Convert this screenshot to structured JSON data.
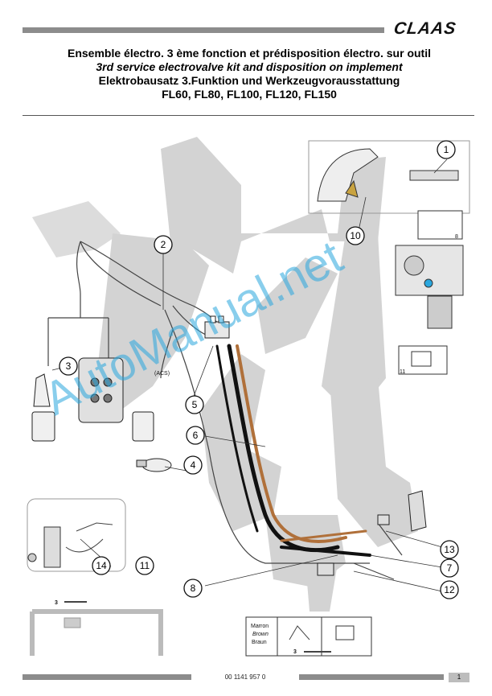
{
  "header": {
    "brand": "CLAAS",
    "title_fr": "Ensemble électro. 3 ème fonction  et prédisposition électro. sur outil",
    "title_en": "3rd service electrovalve kit and disposition on implement",
    "title_de": "Elektrobausatz 3.Funktion und Werkzeugvorausstattung",
    "models": "FL60, FL80, FL100, FL120, FL150"
  },
  "callouts": [
    "1",
    "2",
    "3",
    "4",
    "5",
    "6",
    "7",
    "8",
    "10",
    "11",
    "12",
    "13",
    "14"
  ],
  "labels": {
    "acs": "(ACS)",
    "inset_8": "8",
    "inset_11": "11",
    "legend_fr": "Marron",
    "legend_en": "Brown",
    "legend_de": "Braun",
    "three_small_1": "3",
    "three_small_2": "3"
  },
  "footer": {
    "doc_number": "00 1141 957 0",
    "page": "1"
  },
  "watermark": "AutoManual.net",
  "colors": {
    "frame": "#cfcfcf",
    "brown_hose": "#b0703a",
    "black_hose": "#111111",
    "watermark": "#2aa7de"
  }
}
